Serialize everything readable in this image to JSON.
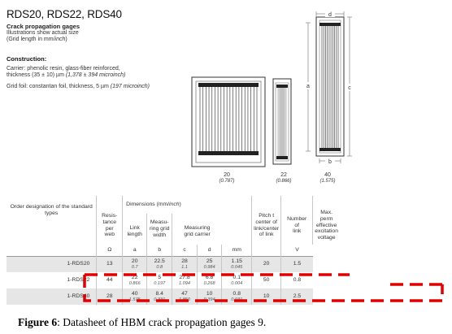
{
  "header": {
    "title": "RDS20, RDS22, RDS40",
    "subtitle": "Crack propagation gages",
    "line1": "Illustrations show actual size",
    "line2_prefix": "(Grid length in mm/",
    "line2_italic": "inch",
    "line2_suffix": ")"
  },
  "construction": {
    "heading": "Construction:",
    "carrier_line1": "Carrier: phenolic resin, glass-fiber reinforced,",
    "carrier_line2_prefix": "thickness (35 ± 10) µm ",
    "carrier_line2_italic": "(1,378 ± 394 microinch)",
    "foil_prefix": "Grid foil: constantan foil, thickness, 5 µm ",
    "foil_italic": "(197 microinch)"
  },
  "gages": [
    {
      "mm": "20",
      "inch": "(0.787)"
    },
    {
      "mm": "22",
      "inch": "(0.866)"
    },
    {
      "mm": "40",
      "inch": "(1.575)"
    }
  ],
  "dim_labels": {
    "d": "d",
    "a": "a",
    "c": "c",
    "b": "b"
  },
  "table": {
    "order_header": "Order designation of the standard types",
    "resistance": [
      "Resis-",
      "tance",
      "per",
      "web"
    ],
    "dimensions_header_prefix": "Dimensions (mm/",
    "dimensions_header_italic": "inch",
    "dimensions_header_suffix": ")",
    "link_length": [
      "Link",
      "length"
    ],
    "measuring_grid_width": [
      "Measu-",
      "ring grid",
      "width"
    ],
    "measuring_grid_carrier": [
      "Measuring",
      "grid carrier"
    ],
    "pitch": [
      "Pitch  t",
      "center of",
      "link/center",
      "of link"
    ],
    "number_of_link": [
      "Number",
      "of",
      "link"
    ],
    "max_perm": [
      "Max. perm",
      "effective",
      "excitation",
      "voltage"
    ],
    "units": {
      "ohm": "Ω",
      "a": "a",
      "b": "b",
      "c": "c",
      "d": "d",
      "mm": "mm",
      "v": "V"
    },
    "rows": [
      {
        "name": "1-RDS20",
        "res": "13",
        "a": "20",
        "a_in": "0.7",
        "b": "22.5",
        "b_in": "0.8",
        "c": "28",
        "c_in": "1.1",
        "d": "25",
        "d_in": "0.984",
        "pitch": "1.15",
        "pitch_in": "0.045",
        "num": "20",
        "volt": "1.5"
      },
      {
        "name": "1-RDS22",
        "res": "44",
        "a": "22",
        "a_in": "0.866",
        "b": "5",
        "b_in": "0.197",
        "c": "27.8",
        "c_in": "1.094",
        "d": "6.8",
        "d_in": "0.268",
        "pitch": "0.1",
        "pitch_in": "0.004",
        "num": "50",
        "volt": "0.8"
      },
      {
        "name": "1-RDS40",
        "res": "28",
        "a": "40",
        "a_in": "1.575",
        "b": "8.4",
        "b_in": "0.331",
        "c": "47",
        "c_in": "1.850",
        "d": "10",
        "d_in": "0.394",
        "pitch": "0.8",
        "pitch_in": "0.031",
        "num": "10",
        "volt": "2.5"
      }
    ]
  },
  "caption": {
    "fig": "Figure 6",
    "text": ": Datasheet of HBM crack propagation gages 9."
  },
  "colors": {
    "highlight": "#e00000",
    "row_shade": "#e6e6e6"
  }
}
